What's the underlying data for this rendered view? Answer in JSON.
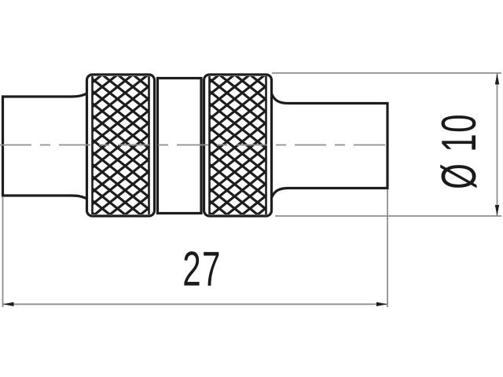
{
  "drawing": {
    "kind": "technical-drawing-connector-coupling",
    "dimensions": {
      "length": {
        "label": "27"
      },
      "diameter": {
        "label": "Ø 10"
      }
    },
    "colors": {
      "outline": "#1d1d1d",
      "dimension_line": "#8e8e8e",
      "text": "#1a1a1a",
      "background": "#ffffff"
    }
  }
}
